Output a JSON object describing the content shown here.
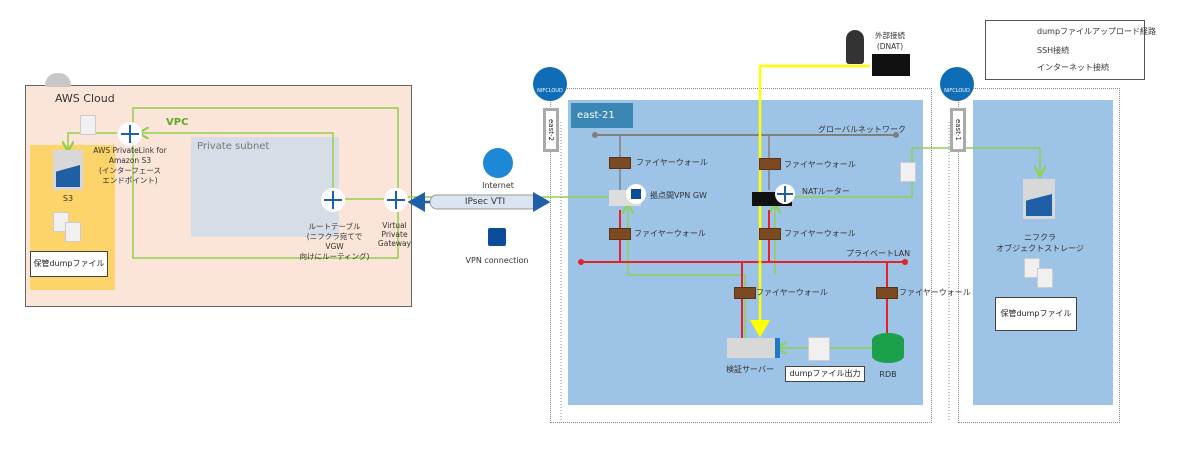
{
  "aws": {
    "cloud_label": "AWS Cloud",
    "vpc_label": "VPC",
    "subnet_label": "Private subnet",
    "privatelink_label": [
      "AWS PrivateLink for",
      "Amazon S3",
      "(インターフェース",
      "エンドポイント)"
    ],
    "s3_label": "S3",
    "s3_box_label": "保管dumpファイル",
    "route_table_label": [
      "ルートテーブル",
      "(ニフクラ宛てで",
      "VGW",
      "向けにルーティング)"
    ],
    "vgw_label": [
      "Virtual",
      "Private",
      "Gateway"
    ]
  },
  "middle": {
    "internet_label": "Internet",
    "ipsec_label": "IPsec VTI",
    "vpn_label": "VPN connection"
  },
  "external": {
    "label": [
      "外部接続",
      "(DNAT)"
    ]
  },
  "nifcloud": {
    "logo_text": "NIFCLOUD",
    "zone_east2": "east-2",
    "zone_east1": "east-1",
    "east21_label": "east-21",
    "global_network_label": "グローバルネットワーク",
    "private_lan_label": "プライベートLAN",
    "firewall_label": "ファイヤーウォール",
    "vpn_gw_label": "拠点間VPN GW",
    "nat_label": "NATルーター",
    "server_label": "検証サーバー",
    "dump_output_label": "dumpファイル出力",
    "rdb_label": "RDB",
    "storage_label": [
      "ニフクラ",
      "オブジェクトストレージ"
    ],
    "storage_box_label": "保管dumpファイル"
  },
  "legend": {
    "items": [
      {
        "label": "dumpファイルアップロード経路",
        "color": "#92d050"
      },
      {
        "label": "SSH接続",
        "color": "#ffff00"
      },
      {
        "label": "インターネット接続",
        "color": "#2e75b6"
      }
    ]
  },
  "colors": {
    "upload": "#92d050",
    "ssh": "#ffff00",
    "internet": "#2e75b6",
    "private_lan": "#e8202a",
    "global": "#808080"
  }
}
